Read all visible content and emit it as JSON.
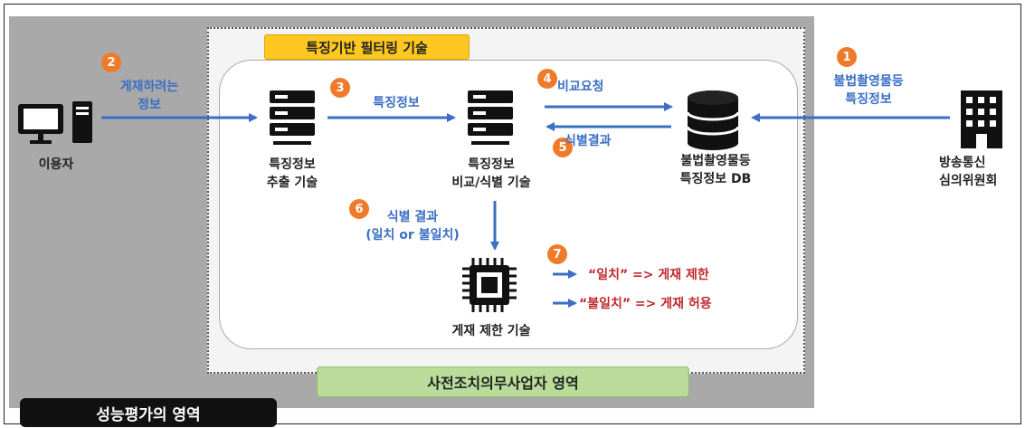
{
  "header_tag": "특징기반 필터링 기술",
  "footer_tag": "사전조치의무사업자 영역",
  "legend_tag": "성능평가의 영역",
  "nodes": {
    "user": "이용자",
    "extract": [
      "특징정보",
      "추출 기술"
    ],
    "compare": [
      "특징정보",
      "비교/식별 기술"
    ],
    "db": [
      "불법촬영물등",
      "특징정보 DB"
    ],
    "kcsc": [
      "방송통신",
      "심의위원회"
    ],
    "restrict": "게재 제한 기술"
  },
  "steps": [
    {
      "num": "1",
      "lines": [
        "불법촬영물등",
        "특징정보"
      ]
    },
    {
      "num": "2",
      "lines": [
        "게재하려는",
        "정보"
      ]
    },
    {
      "num": "3",
      "lines": [
        "특징정보"
      ]
    },
    {
      "num": "4",
      "lines": [
        "비교요청"
      ]
    },
    {
      "num": "5",
      "lines": [
        "식별결과"
      ]
    },
    {
      "num": "6",
      "lines": [
        "식별 결과",
        "(일치 or 불일치)"
      ]
    },
    {
      "num": "7",
      "lines": []
    }
  ],
  "results": {
    "match": "“일치” => 게재 제한",
    "nomatch": "“불일치” => 게재 허용"
  },
  "colors": {
    "step_badge": "#ef7b2a",
    "step_text": "#3a6fc4",
    "result_text": "#c0282d",
    "header_tag": "#ffc820",
    "footer_tag": "#b9dc9b"
  }
}
